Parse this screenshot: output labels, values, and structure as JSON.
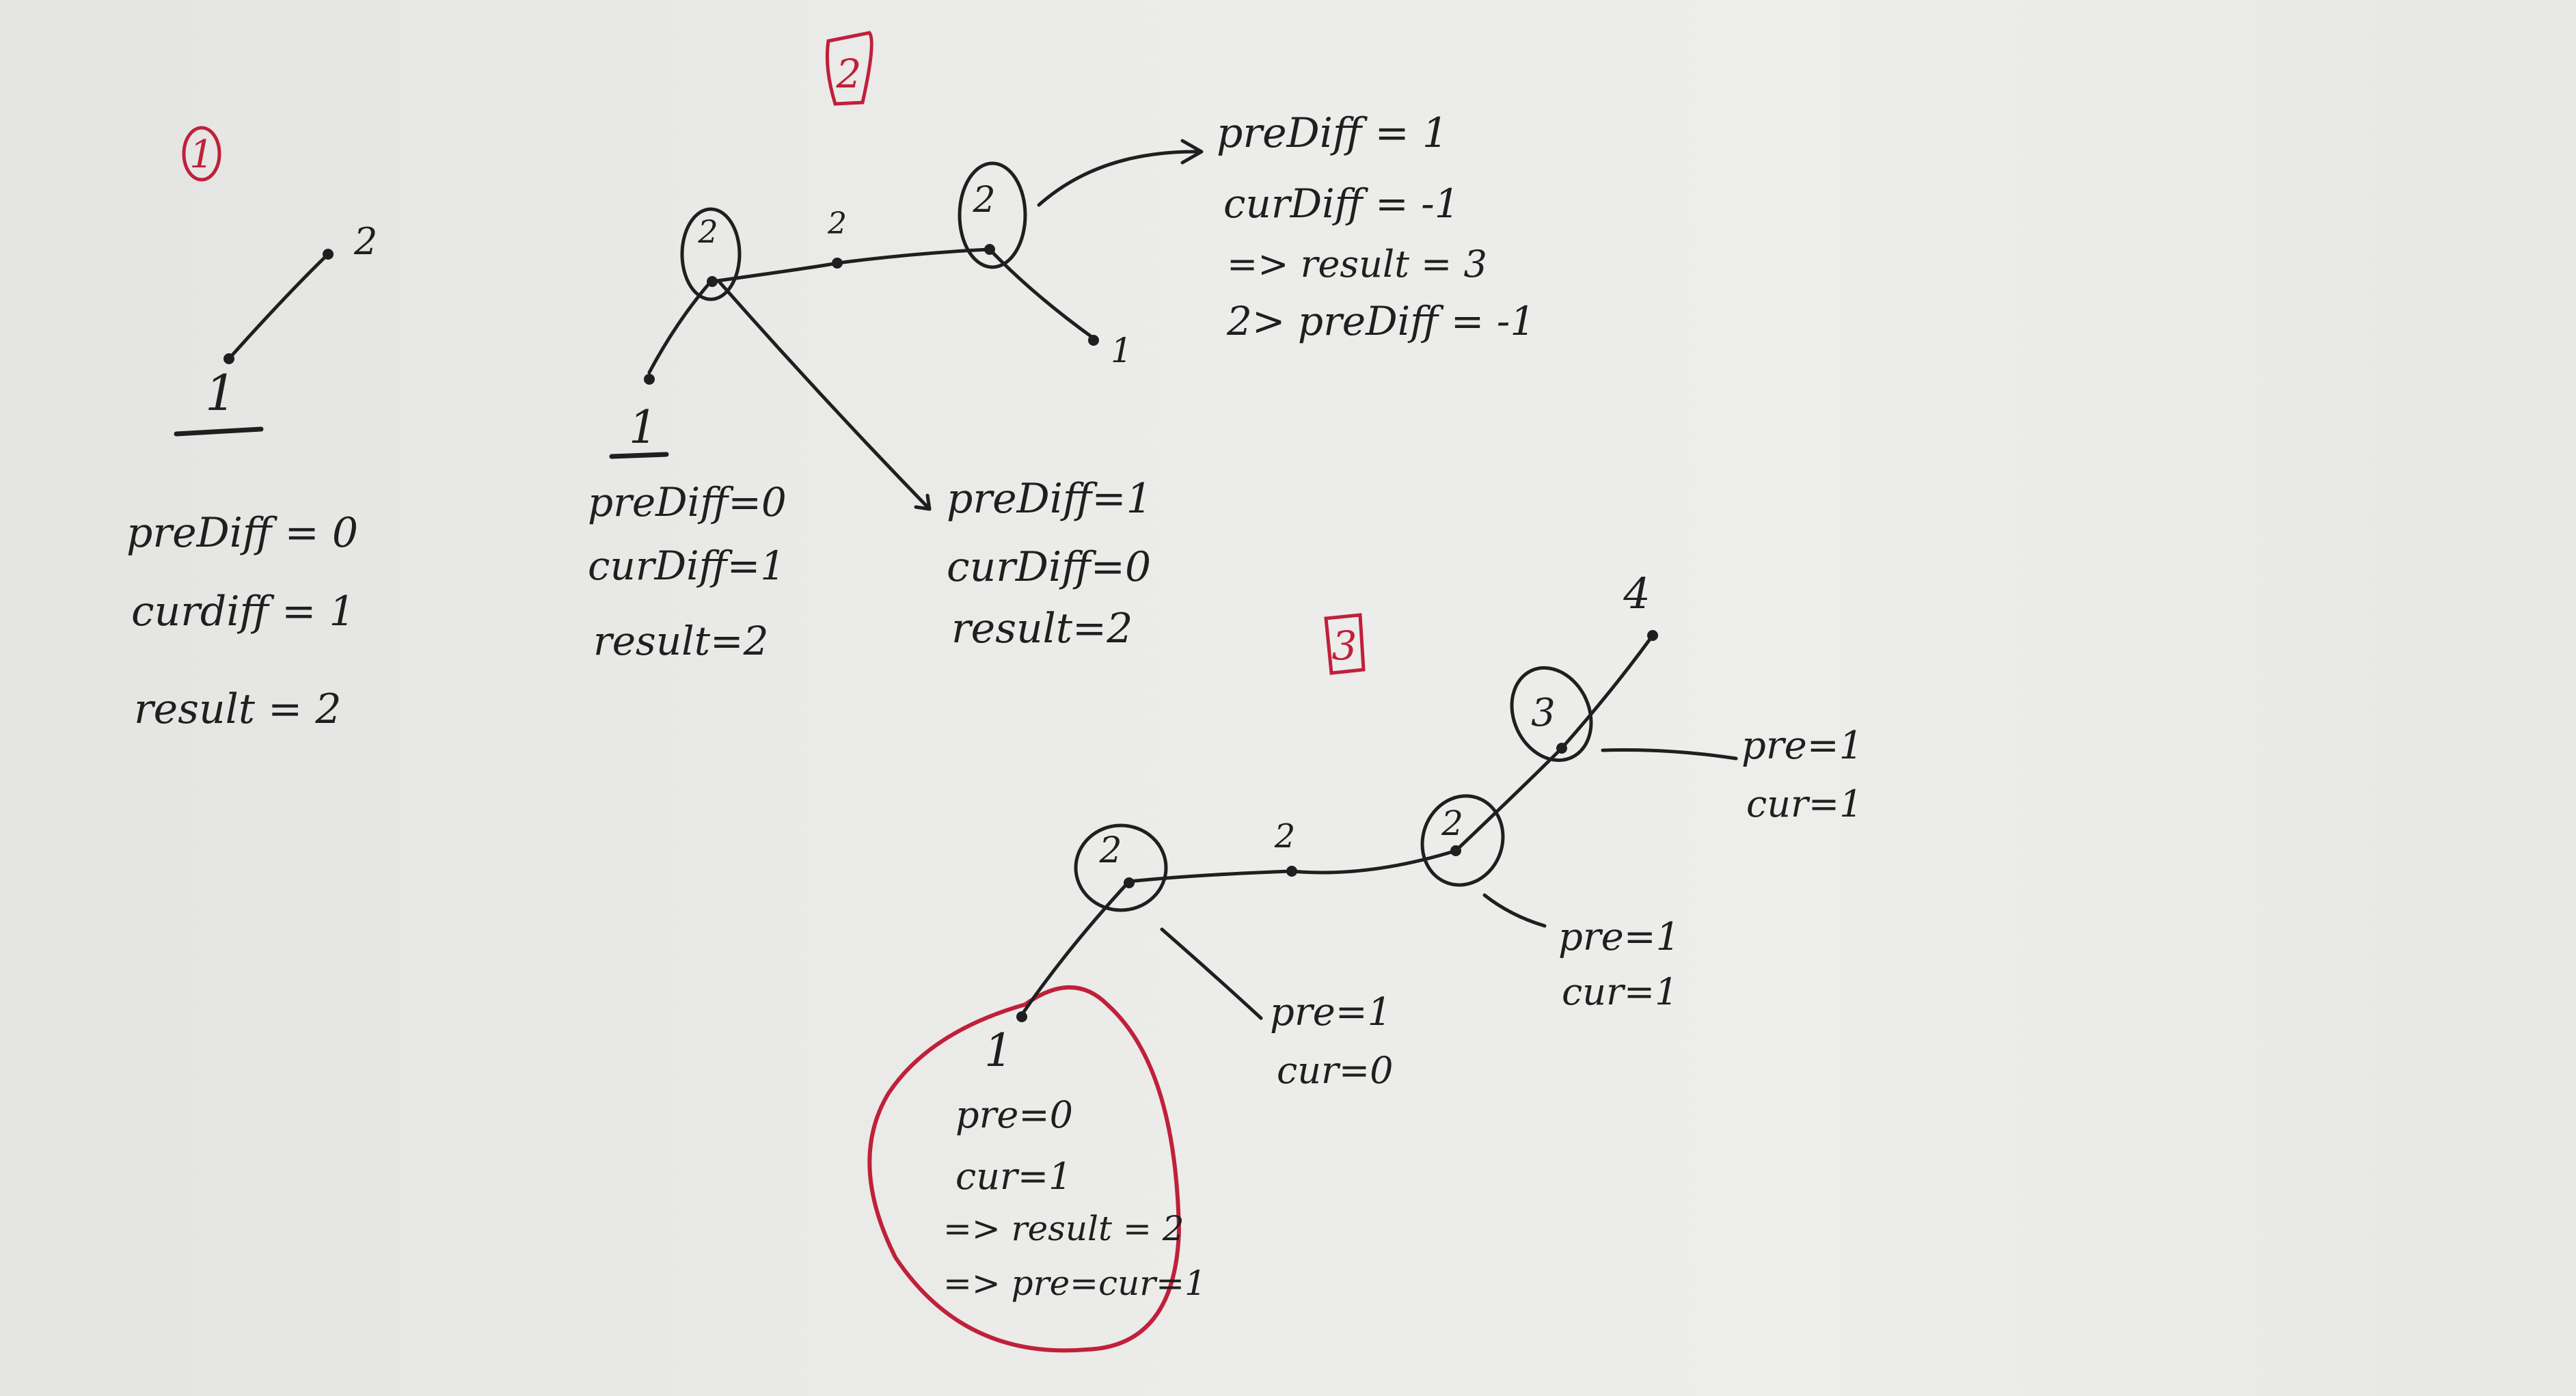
{
  "sections": {
    "s1": {
      "marker": "1",
      "nodes": {
        "n1": "1",
        "n2": "2"
      },
      "notes": [
        "preDiff = 0",
        "curdiff = 1",
        "result = 2"
      ]
    },
    "s2": {
      "marker": "2",
      "nodes": {
        "n2a": "2",
        "n2b": "2",
        "n2c": "2",
        "n1a": "1",
        "n1b": "1"
      },
      "notes_left": [
        "preDiff=0",
        "curDiff=1",
        "result=2"
      ],
      "notes_mid": [
        "preDiff=1",
        "curDiff=0",
        "result=2"
      ],
      "notes_right": [
        "preDiff = 1",
        "curDiff = -1",
        "=> result = 3",
        "2> preDiff = -1"
      ]
    },
    "s3": {
      "marker": "3",
      "nodes": {
        "n1": "1",
        "n2a": "2",
        "n2b": "2",
        "n2c": "2",
        "n3": "3",
        "n4": "4"
      },
      "notes_red": [
        "pre=0",
        "cur=1",
        "=> result = 2",
        "=> pre=cur=1"
      ],
      "notes_mid": [
        "pre=1",
        "cur=0"
      ],
      "notes_right_low": [
        "pre=1",
        "cur=1"
      ],
      "notes_right_high": [
        "pre=1",
        "cur=1"
      ]
    }
  }
}
